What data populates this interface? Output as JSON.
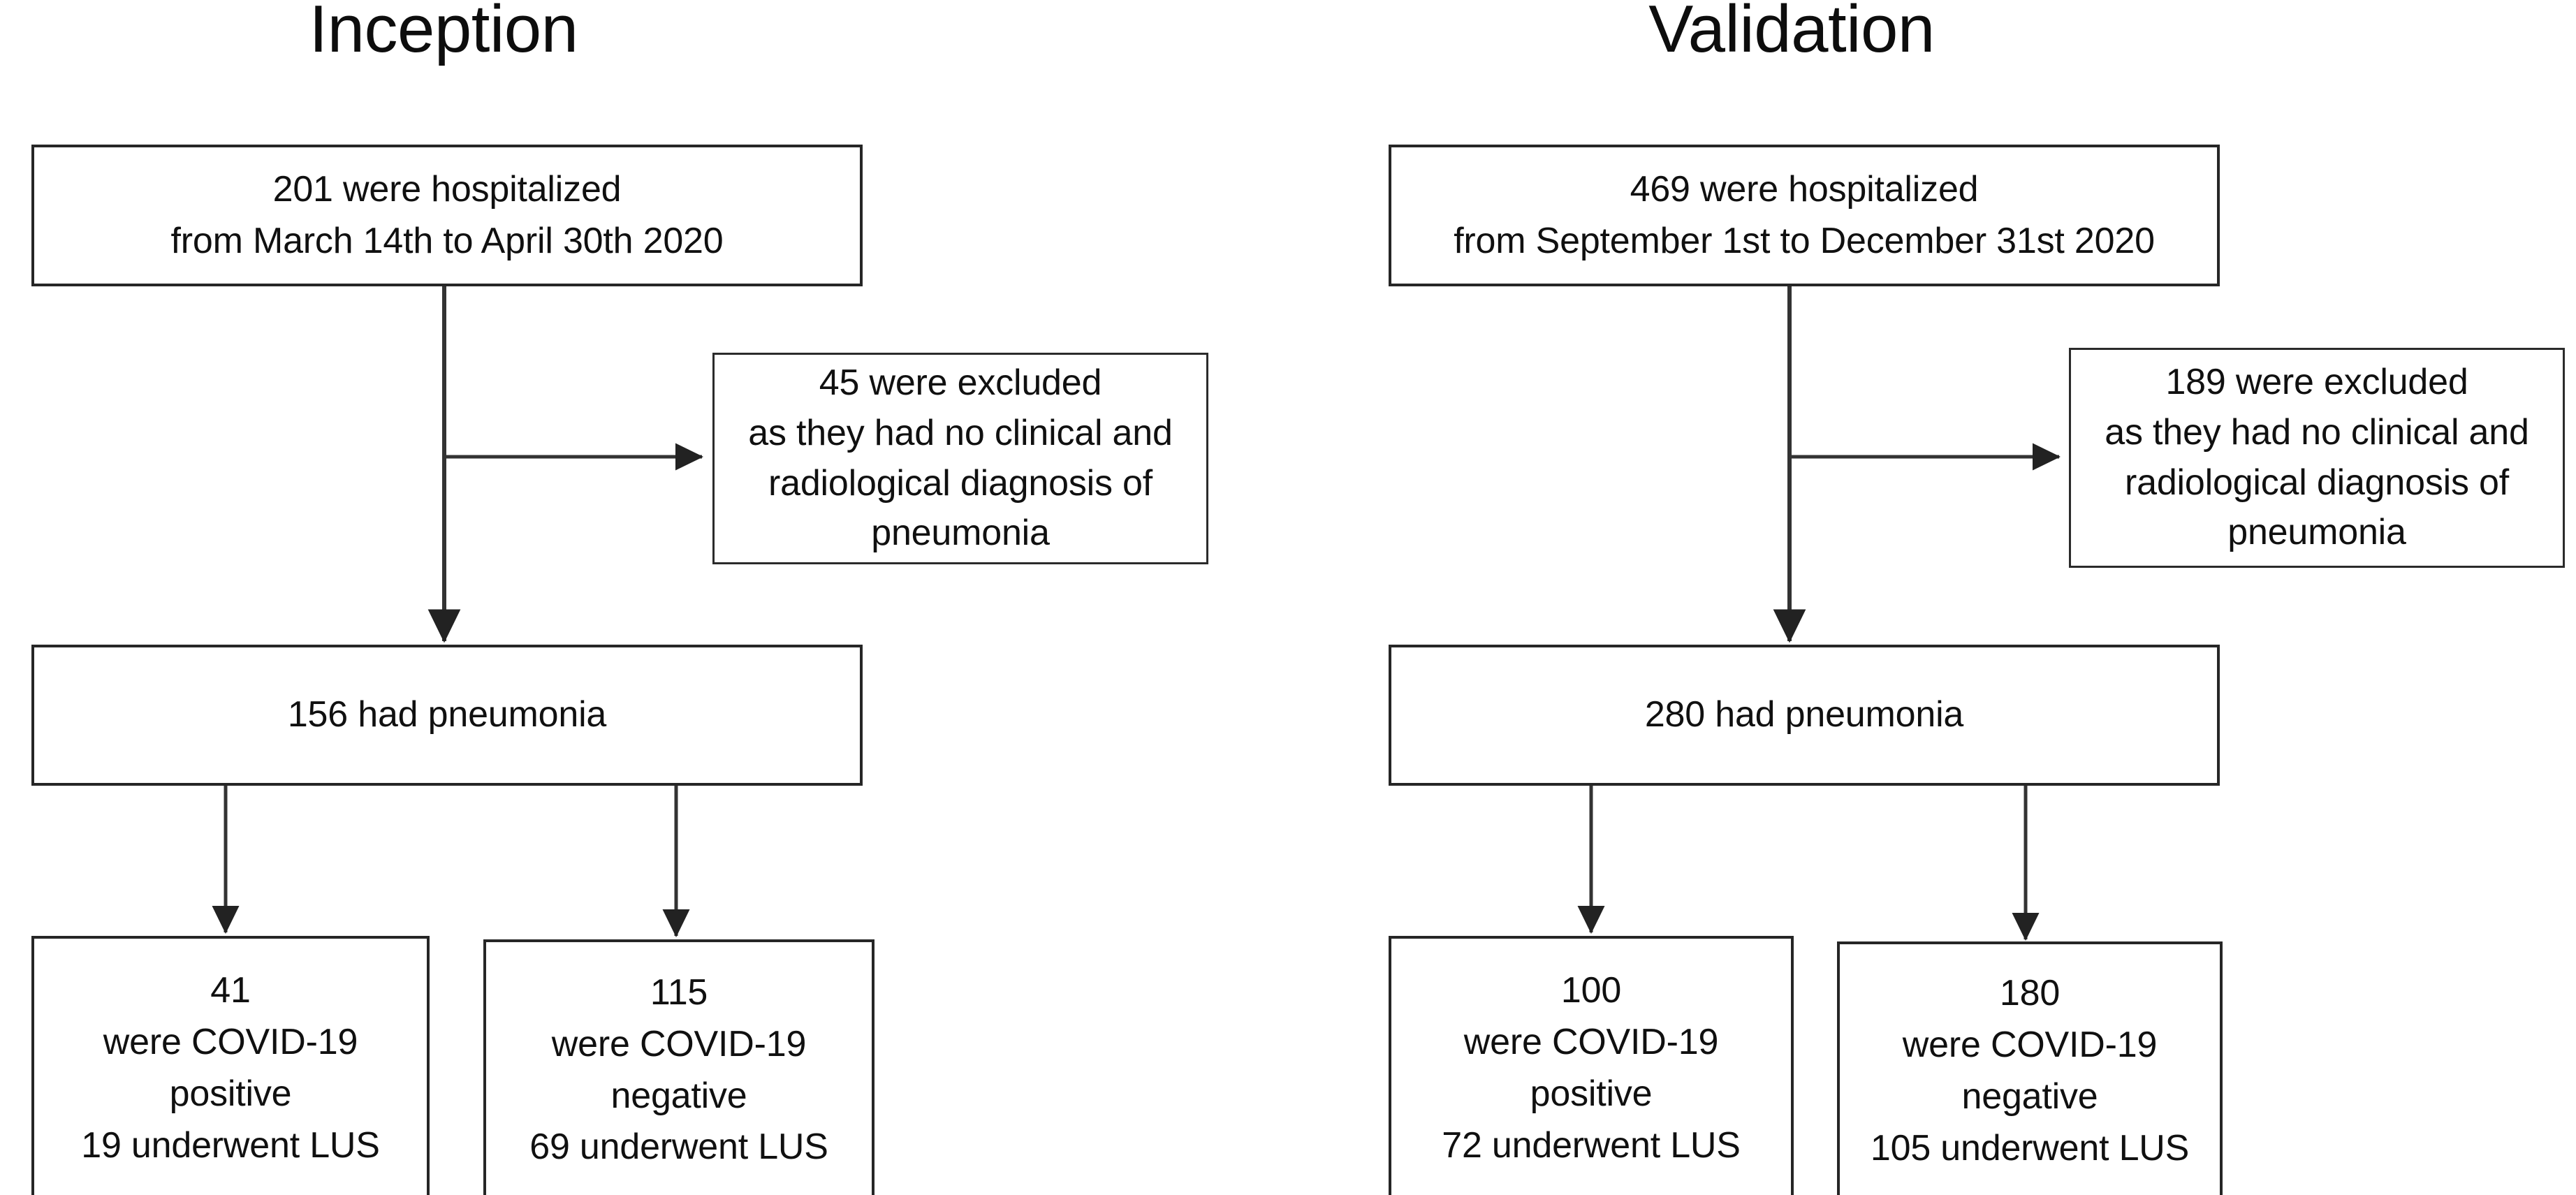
{
  "diagram": {
    "kind": "study-flow-diagram",
    "columns": [
      {
        "id": "inception",
        "title": "Inception",
        "nodes": {
          "hospitalized": "201 were  hospitalized\nfrom March 14th to April 30th 2020",
          "excluded": "45 were excluded\nas they had no clinical and\nradiological diagnosis of\npneumonia",
          "pneumonia": "156 had pneumonia",
          "positive": "41\nwere COVID-19\npositive\n19 underwent LUS",
          "negative": "115\nwere COVID-19\nnegative\n69 underwent LUS"
        }
      },
      {
        "id": "validation",
        "title": "Validation",
        "nodes": {
          "hospitalized": "469 were  hospitalized\nfrom September 1st to December 31st 2020",
          "excluded": "189 were excluded\nas they had no clinical and\nradiological diagnosis of\npneumonia",
          "pneumonia": "280 had pneumonia",
          "positive": "100\nwere COVID-19\npositive\n72 underwent LUS",
          "negative": "180\nwere COVID-19\nnegative\n105 underwent LUS"
        }
      }
    ],
    "colors": {
      "background": "#ffffff",
      "box_border": "#262626",
      "text": "#101010",
      "connector": "#333333"
    }
  }
}
